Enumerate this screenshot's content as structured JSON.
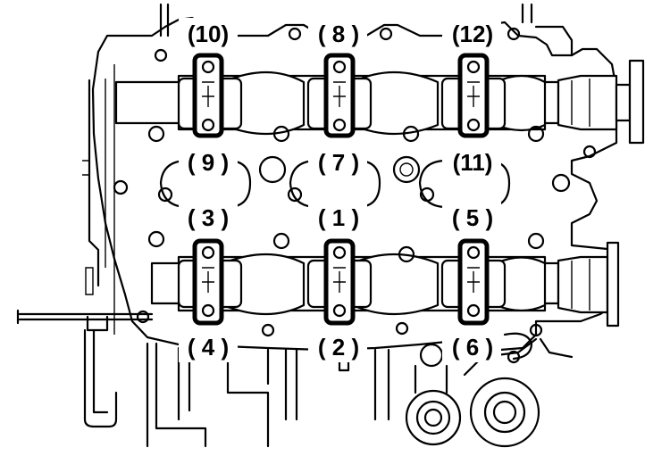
{
  "diagram": {
    "bolt_labels": [
      {
        "id": "10",
        "text": "(10)"
      },
      {
        "id": "8",
        "text": "( 8 )"
      },
      {
        "id": "12",
        "text": "(12)"
      },
      {
        "id": "9",
        "text": "( 9 )"
      },
      {
        "id": "7",
        "text": "( 7 )"
      },
      {
        "id": "11",
        "text": "(11)"
      },
      {
        "id": "3",
        "text": "( 3 )"
      },
      {
        "id": "1",
        "text": "( 1 )"
      },
      {
        "id": "5",
        "text": "( 5 )"
      },
      {
        "id": "4",
        "text": "( 4 )"
      },
      {
        "id": "2",
        "text": "( 2 )"
      },
      {
        "id": "6",
        "text": "( 6 )"
      }
    ],
    "highlight_color": "#000000",
    "line_color": "#000000",
    "background": "#ffffff"
  }
}
